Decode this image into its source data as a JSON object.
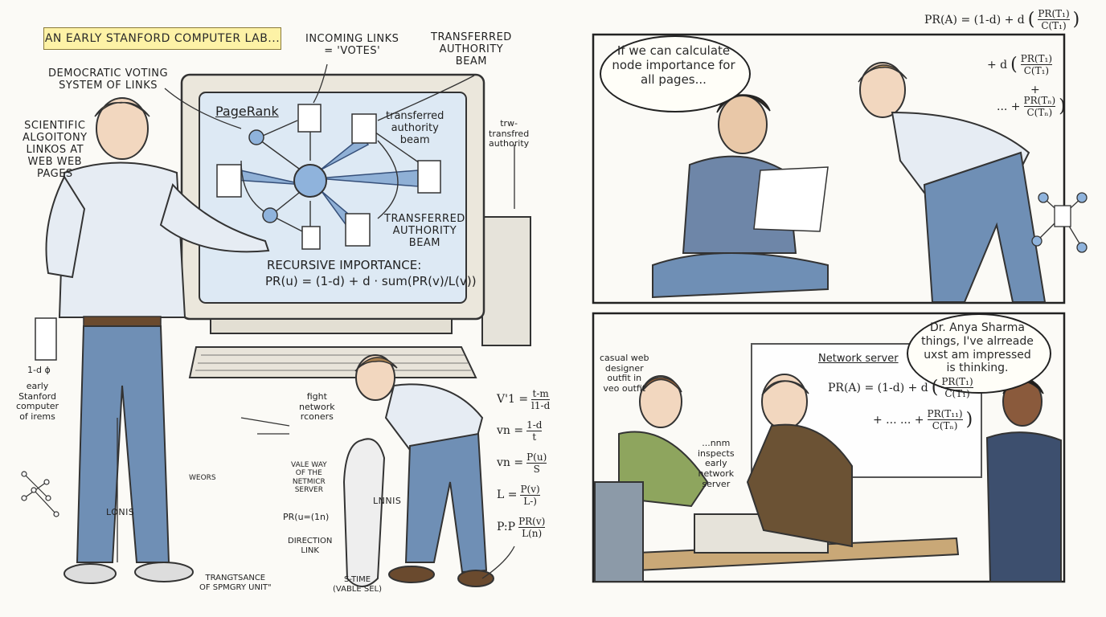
{
  "left_panel": {
    "title_banner": "AN EARLY STANFORD COMPUTER LAB...",
    "labels": {
      "incoming_links_1": "INCOMING LINKS",
      "incoming_links_2": "= 'VOTES'",
      "transferred_top_1": "TRANSFERRED",
      "transferred_top_2": "AUTHORITY",
      "transferred_top_3": "BEAM",
      "democratic_1": "DEMOCRATIC VOTING",
      "democratic_2": "SYSTEM OF LINKS",
      "scientific_1": "SCIENTIFIC",
      "scientific_2": "ALGOITONY",
      "scientific_3": "LINKOS AT",
      "scientific_4": "WEB WEB",
      "scientific_5": "PAGES",
      "side_note_1": "trw-",
      "side_note_2": "transfred",
      "side_note_3": "authority",
      "early_1": "early",
      "early_2": "Stanford",
      "early_3": "computer",
      "early_4": "of irems",
      "lonis": "LONIS",
      "lnnis": "LNNIS",
      "fight_1": "fight",
      "fight_2": "network",
      "fight_3": "rconers",
      "vale_1": "VALE WAY",
      "vale_2": "OF THE",
      "vale_3": "NETMICR",
      "vale_4": "SERVER",
      "pr_small": "PR(u=(1n)",
      "direction_1": "DIRECTION",
      "direction_2": "LINK",
      "trangt_1": "TRANGTSANCE",
      "trangt_2": "OF SPMGRY UNIT\"",
      "stime_1": "S-TIME",
      "stime_2": "(VABLE SEL)",
      "weors": "WEORS",
      "doc_formula": "1-d ɸ"
    },
    "screen": {
      "title": "PageRank",
      "transferred_1": "transferred",
      "transferred_2": "authority",
      "transferred_3": "beam",
      "transferred_caps_1": "TRANSFERRED",
      "transferred_caps_2": "AUTHORITY",
      "transferred_caps_3": "BEAM",
      "recursive": "RECURSIVE IMPORTANCE:",
      "formula": "PR(u) = (1-d) + d · sum(PR(v)/L(v))"
    },
    "side_equations": {
      "eq1_lhs": "V'1 =",
      "eq1_num": "t-m",
      "eq1_den": "l1-d",
      "eq2_lhs": "vn =",
      "eq2_num": "1-d",
      "eq2_den": "t",
      "eq3_lhs": "vn =",
      "eq3_num": "P(u)",
      "eq3_den": "S",
      "eq4_lhs": "L =",
      "eq4_num": "P(v)",
      "eq4_den": "L-)",
      "eq5_lhs": "P:P",
      "eq5_num": "PR(v)",
      "eq5_den": "L(n)"
    }
  },
  "top_right_panel": {
    "speech": [
      "If we can calculate",
      "node importance for",
      "all pages..."
    ],
    "formula_head": "PR(A) = (1-d) + d",
    "formula_frac_num": "PR(T₁)",
    "formula_frac_den": "C(T₁)",
    "formula_plus_d": "+ d",
    "formula_frac2_num": "PR(T₁)",
    "formula_frac2_den": "C(T₁)",
    "formula_plus": "+",
    "formula_dots": "... +",
    "formula_frac3_num": "PR(Tₙ)",
    "formula_frac3_den": "C(Tₙ)"
  },
  "bottom_right_panel": {
    "speech": [
      "Dr. Anya Sharma",
      "things, I've alrreade",
      "uxst am impressed",
      "is thinking."
    ],
    "board_title": "Network server",
    "board_formula": "PR(A) = (1-d) + d",
    "board_frac_num": "PR(T₁)",
    "board_frac_den": "C(T₁)",
    "board_dots": "+ ... ... +",
    "board_frac2_num": "PR(T₁₁)",
    "board_frac2_den": "C(Tₙ)",
    "casual_1": "casual web",
    "casual_2": "designer",
    "casual_3": "outfit in",
    "casual_4": "veo outfit",
    "inspects_1": "...nnm",
    "inspects_2": "inspects",
    "inspects_3": "early",
    "inspects_4": "network",
    "inspects_5": "server"
  },
  "colors": {
    "background": "#fbfaf6",
    "banner": "#fdf2a6",
    "screen": "#dde9f4",
    "beam": "#8fb0d6",
    "node": "#8fb3dc",
    "jeans": "#6f8fb5",
    "shirt": "#e6ecf3",
    "tshirt": "#6e86a8",
    "green_shirt": "#8ea55e",
    "tweed": "#6b5234",
    "suit": "#3d4f6e",
    "table": "#c9a877"
  }
}
